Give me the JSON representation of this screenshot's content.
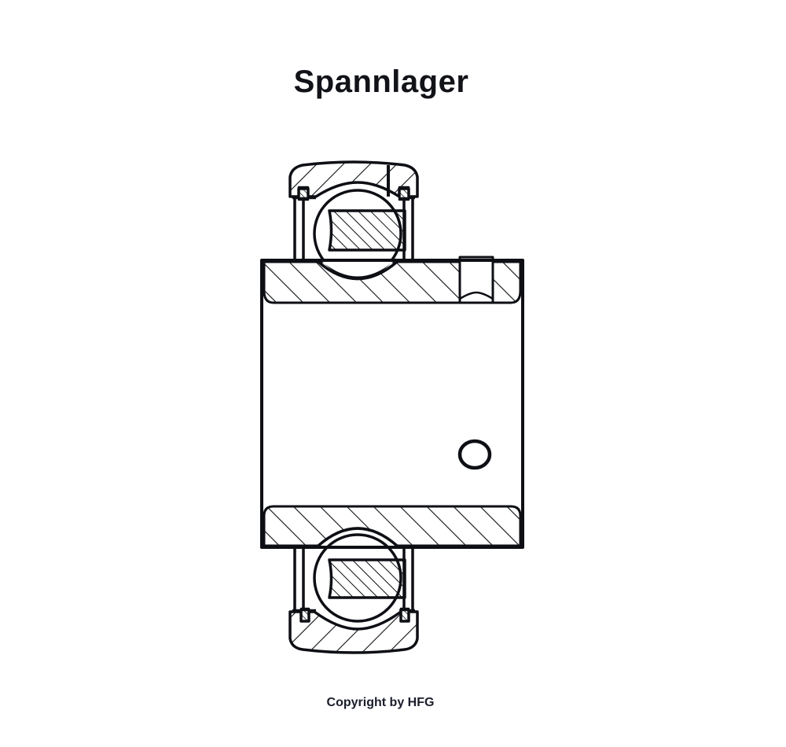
{
  "title": "Spannlager",
  "copyright": "Copyright by HFG",
  "drawing": {
    "subject": "insert bearing (Spannlager) cross-section",
    "line_color": "#0d0f14",
    "background": "#ffffff",
    "components": [
      "outer-ring",
      "inner-ring-sleeve",
      "ball",
      "ball-cage",
      "seal",
      "set-screw-hole",
      "lubrication-hole",
      "shaft-bore"
    ]
  }
}
